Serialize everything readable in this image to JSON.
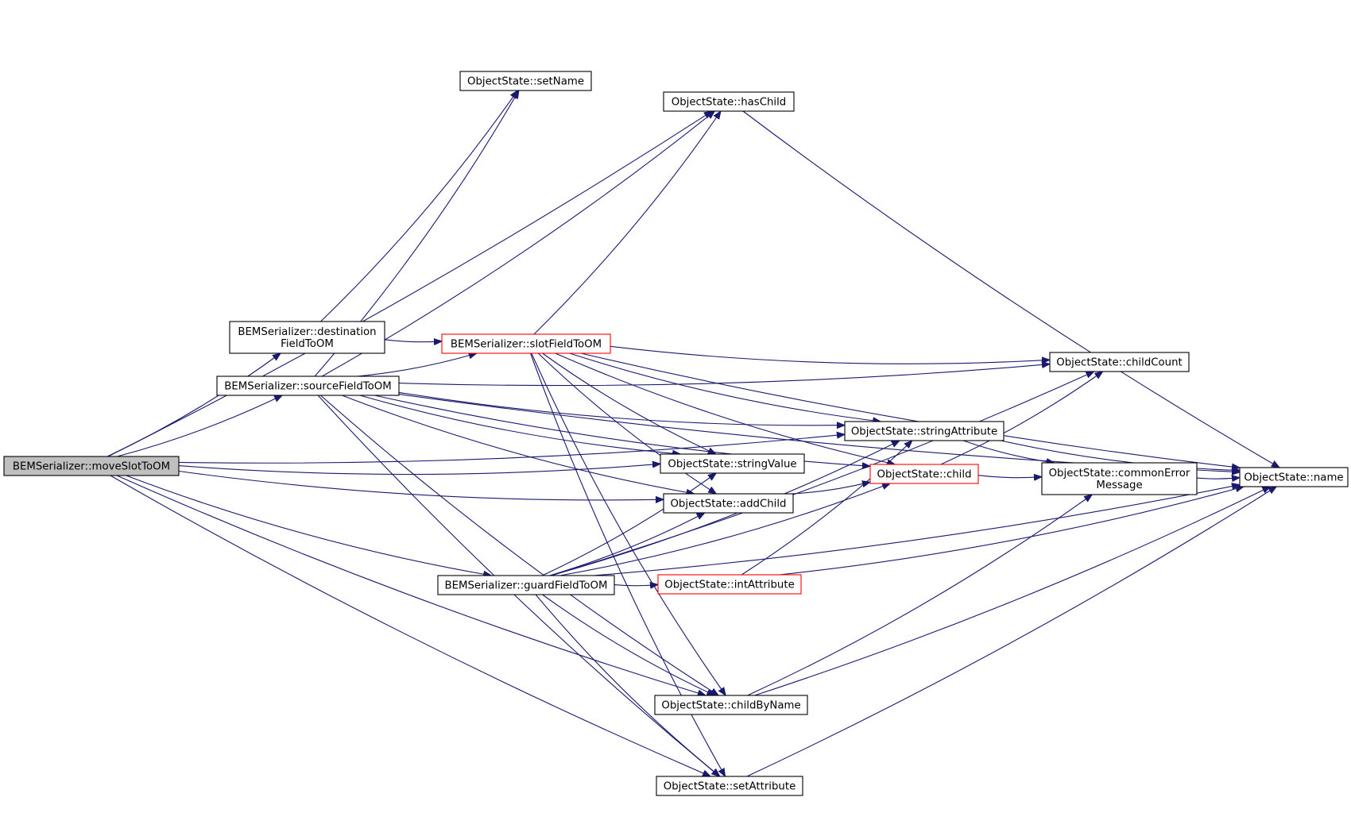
{
  "colors": {
    "edge": "#191970",
    "node_border": "#000000",
    "node_border_highlight": "#ff0000",
    "root_fill": "#bfbfbf",
    "node_fill": "#ffffff"
  },
  "nodes": {
    "move_slot": {
      "lines": [
        "BEMSerializer::moveSlotToOM"
      ],
      "style": "root"
    },
    "dest_field": {
      "lines": [
        "BEMSerializer::destination",
        "FieldToOM"
      ],
      "style": "normal"
    },
    "source_field": {
      "lines": [
        "BEMSerializer::sourceFieldToOM"
      ],
      "style": "normal"
    },
    "slot_field": {
      "lines": [
        "BEMSerializer::slotFieldToOM"
      ],
      "style": "red"
    },
    "guard_field": {
      "lines": [
        "BEMSerializer::guardFieldToOM"
      ],
      "style": "normal"
    },
    "set_name": {
      "lines": [
        "ObjectState::setName"
      ],
      "style": "normal"
    },
    "has_child": {
      "lines": [
        "ObjectState::hasChild"
      ],
      "style": "normal"
    },
    "string_value": {
      "lines": [
        "ObjectState::stringValue"
      ],
      "style": "normal"
    },
    "add_child": {
      "lines": [
        "ObjectState::addChild"
      ],
      "style": "normal"
    },
    "int_attribute": {
      "lines": [
        "ObjectState::intAttribute"
      ],
      "style": "red"
    },
    "child_by_name": {
      "lines": [
        "ObjectState::childByName"
      ],
      "style": "normal"
    },
    "set_attribute": {
      "lines": [
        "ObjectState::setAttribute"
      ],
      "style": "normal"
    },
    "string_attribute": {
      "lines": [
        "ObjectState::stringAttribute"
      ],
      "style": "normal"
    },
    "child": {
      "lines": [
        "ObjectState::child"
      ],
      "style": "red"
    },
    "child_count": {
      "lines": [
        "ObjectState::childCount"
      ],
      "style": "normal"
    },
    "common_error": {
      "lines": [
        "ObjectState::commonError",
        "Message"
      ],
      "style": "normal"
    },
    "name": {
      "lines": [
        "ObjectState::name"
      ],
      "style": "normal"
    }
  },
  "edges": [
    [
      "move_slot",
      "dest_field"
    ],
    [
      "move_slot",
      "source_field"
    ],
    [
      "move_slot",
      "guard_field"
    ],
    [
      "move_slot",
      "string_value"
    ],
    [
      "move_slot",
      "add_child"
    ],
    [
      "move_slot",
      "child_by_name"
    ],
    [
      "move_slot",
      "set_attribute"
    ],
    [
      "move_slot",
      "has_child"
    ],
    [
      "move_slot",
      "string_attribute"
    ],
    [
      "dest_field",
      "slot_field"
    ],
    [
      "dest_field",
      "set_name"
    ],
    [
      "source_field",
      "slot_field"
    ],
    [
      "source_field",
      "set_name"
    ],
    [
      "source_field",
      "has_child"
    ],
    [
      "source_field",
      "string_value"
    ],
    [
      "source_field",
      "add_child"
    ],
    [
      "source_field",
      "child"
    ],
    [
      "source_field",
      "child_by_name"
    ],
    [
      "source_field",
      "set_attribute"
    ],
    [
      "source_field",
      "string_attribute"
    ],
    [
      "source_field",
      "child_count"
    ],
    [
      "source_field",
      "name"
    ],
    [
      "slot_field",
      "has_child"
    ],
    [
      "slot_field",
      "string_value"
    ],
    [
      "slot_field",
      "add_child"
    ],
    [
      "slot_field",
      "child_by_name"
    ],
    [
      "slot_field",
      "set_attribute"
    ],
    [
      "slot_field",
      "string_attribute"
    ],
    [
      "slot_field",
      "child"
    ],
    [
      "slot_field",
      "child_count"
    ],
    [
      "slot_field",
      "name"
    ],
    [
      "guard_field",
      "int_attribute"
    ],
    [
      "guard_field",
      "string_value"
    ],
    [
      "guard_field",
      "add_child"
    ],
    [
      "guard_field",
      "child_by_name"
    ],
    [
      "guard_field",
      "set_attribute"
    ],
    [
      "guard_field",
      "string_attribute"
    ],
    [
      "guard_field",
      "child"
    ],
    [
      "guard_field",
      "child_count"
    ],
    [
      "guard_field",
      "name"
    ],
    [
      "add_child",
      "child"
    ],
    [
      "int_attribute",
      "string_attribute"
    ],
    [
      "int_attribute",
      "name"
    ],
    [
      "string_attribute",
      "common_error"
    ],
    [
      "string_attribute",
      "name"
    ],
    [
      "child",
      "common_error"
    ],
    [
      "child",
      "child_count"
    ],
    [
      "common_error",
      "name"
    ],
    [
      "child_by_name",
      "common_error"
    ],
    [
      "child_by_name",
      "name"
    ],
    [
      "set_attribute",
      "name"
    ],
    [
      "has_child",
      "name"
    ]
  ]
}
